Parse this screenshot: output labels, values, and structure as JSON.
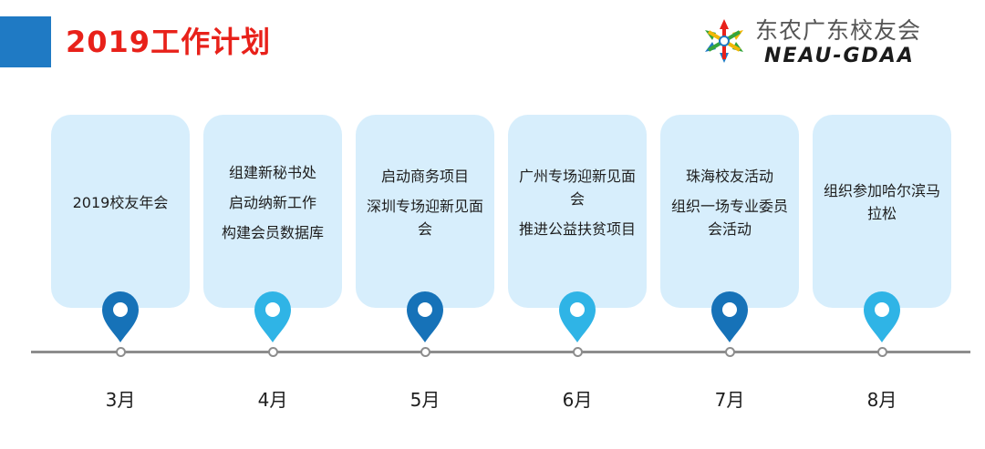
{
  "header": {
    "title": "2019工作计划"
  },
  "logo": {
    "name_cn": "东农广东校友会",
    "name_en": "NEAU-GDAA"
  },
  "colors": {
    "accent": "#1f7ac4",
    "title": "#e8211a",
    "pin_dark": "#1672b8",
    "pin_light": "#2fb4e6",
    "card_fill": "#d7eefc",
    "timeline": "#8d8d8d"
  },
  "timeline": [
    {
      "month": "3月",
      "items": [
        "2019校友年会"
      ]
    },
    {
      "month": "4月",
      "items": [
        "组建新秘书处",
        "启动纳新工作",
        "构建会员数据库"
      ]
    },
    {
      "month": "5月",
      "items": [
        "启动商务项目",
        "深圳专场迎新见面会"
      ]
    },
    {
      "month": "6月",
      "items": [
        "广州专场迎新见面会",
        "推进公益扶贫项目"
      ]
    },
    {
      "month": "7月",
      "items": [
        "珠海校友活动",
        "组织一场专业委员会活动"
      ]
    },
    {
      "month": "8月",
      "items": [
        "组织参加哈尔滨马拉松"
      ]
    }
  ]
}
